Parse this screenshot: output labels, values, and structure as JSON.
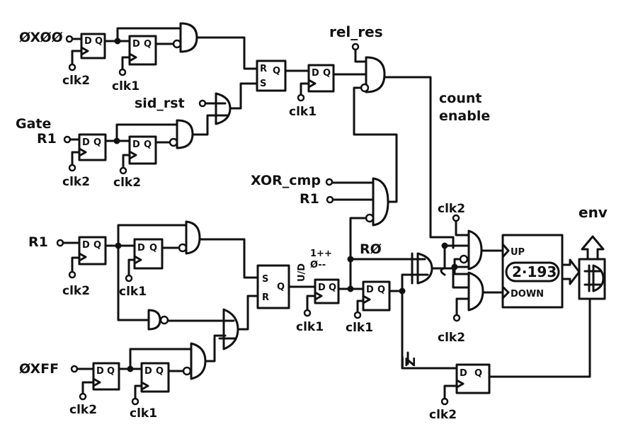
{
  "diagram": {
    "type": "hand-drawn logic schematic (envelope generator counter control)",
    "inputs": {
      "in_0x00": "ØXØØ",
      "gate_line1": "Gate",
      "gate_line2": "R1",
      "sid_rst": "sid_rst",
      "rel_res": "rel_res",
      "xor_cmp": "XOR_cmp",
      "r1_mid": "R1",
      "r1_low": "R1",
      "in_0xff": "ØXFF"
    },
    "clocks": {
      "clk1": "clk1",
      "clk2": "clk2"
    },
    "flipflop_pins": {
      "d": "D",
      "q": "Q",
      "r": "R",
      "s": "S"
    },
    "signals": {
      "count_enable_line1": "count",
      "count_enable_line2": "enable",
      "r0": "RØ",
      "ud": "U/D",
      "ud_inc": "1++",
      "ud_dec": "Ø--",
      "zbar": "Z"
    },
    "counter": {
      "up": "UP",
      "down": "DOWN",
      "chip": "2·193"
    },
    "output": {
      "env": "env"
    }
  }
}
